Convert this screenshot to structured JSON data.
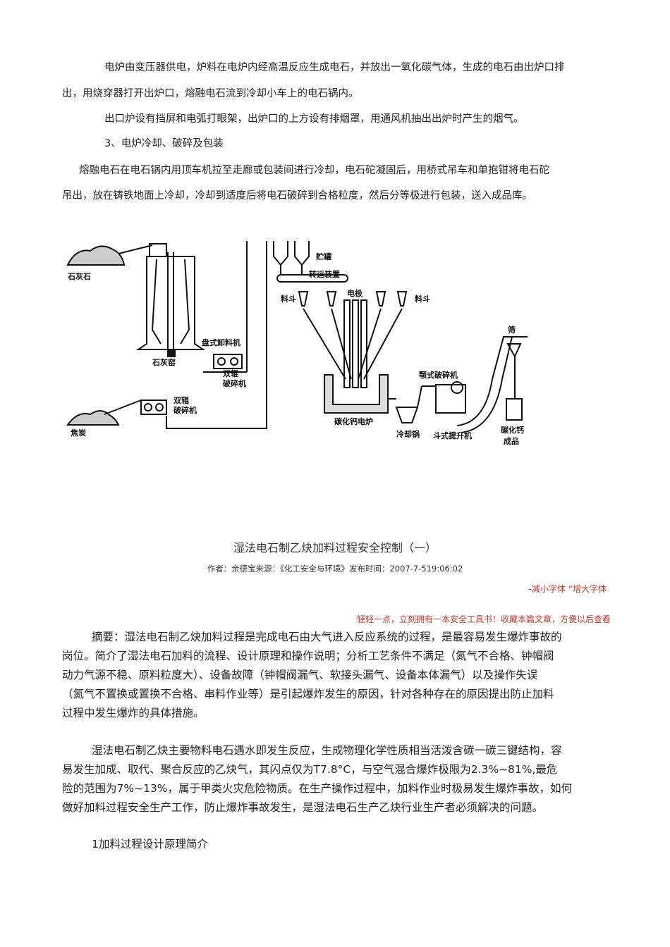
{
  "intro": {
    "p1_line1": "电炉由变压器供电，炉料在电炉内经高温反应生成电石，并放出一氧化碳气体，生成的电石由出炉口排",
    "p1_line2": "出，用烧穿器打开出炉口，熔融电石流到冷却小车上的电石锅内。",
    "p2": "出口炉设有挡屏和电弧打眼架，出炉口的上方设有排烟罩，用通风机抽出出炉时产生的烟气。",
    "heading3": "3、电炉冷却、破碎及包装",
    "p3_line1": "熔融电石在电石锅内用顶车机拉至走廊或包装间进行冷却，电石砣凝固后，用桥式吊车和单抱钳将电石砣",
    "p3_line2": "吊出，放在铸铁地面上冷却，冷却到适度后将电石破碎到合格粒度，然后分等极进行包装，送入成品库。"
  },
  "diagram": {
    "limestone": "石灰石",
    "lime_kiln": "石灰窑",
    "disc_discharger": "盘式卸料机",
    "double_roll_1a": "双辊",
    "double_roll_1b": "破碎机",
    "double_roll_2a": "双辊",
    "double_roll_2b": "破碎机",
    "coke": "焦炭",
    "storage_tank": "贮罐",
    "conveyor": "转运装置",
    "hopper_left": "料斗",
    "hopper_right": "料斗",
    "electrode": "电极",
    "jaw_crusher": "颚式破碎机",
    "furnace": "碳化钙电炉",
    "cooling_pot": "冷却锅",
    "bucket_elevator": "斗式提升机",
    "sieve": "筛",
    "product_a": "碳化钙",
    "product_b": "成品"
  },
  "article": {
    "title": "湿法电石制乙炔加料过程安全控制（一）",
    "meta": "作者：余德宝来源：《化工安全与环境》发布时间：2007-7-519:06:02",
    "decrease_font": "-减小字体",
    "increase_font": "“增大字体",
    "promo": "轻轻一点，立刻拥有一本安全工具书！收藏本篇文章，方便以后查看",
    "abstract": [
      "摘要：湿法电石制乙炔加料过程是完成电石由大气进入反应系统的过程，是最容易发生爆炸事故的",
      "岗位。简介了湿法电石加料的流程、设计原理和操作说明；分析工艺条件不满足（氮气不合格、钟帽阀",
      "动力气源不稳、原料粒度大）、设备故障（钟帽阀漏气、软接头漏气、设备本体漏气）以及操作失误",
      "（氮气不置换或置换不合格、串料作业等）是引起爆炸发生的原因，针对各种存在的原因提出防止加料",
      "过程中发生爆炸的具体措施。"
    ],
    "body": [
      "湿法电石制乙炔主要物料电石遇水即发生反应，生成物理化学性质相当活泼含碳一碳三键结构，容",
      "易发生加成、取代、聚合反应的乙炔气，其闪点仅为T7.8°C，与空气混合爆炸极限为2.3%~81%,最危",
      "险的范围为7%~13%，属于甲类火灾危险物质。在生产操作过程中，加料作业时极易发生爆炸事故，如何",
      "做好加料过程安全生产工作，防止爆炸事故发生，是湿法电石生产乙炔行业生产者必须解决的问题。"
    ],
    "section1": "1加料过程设计原理简介"
  }
}
